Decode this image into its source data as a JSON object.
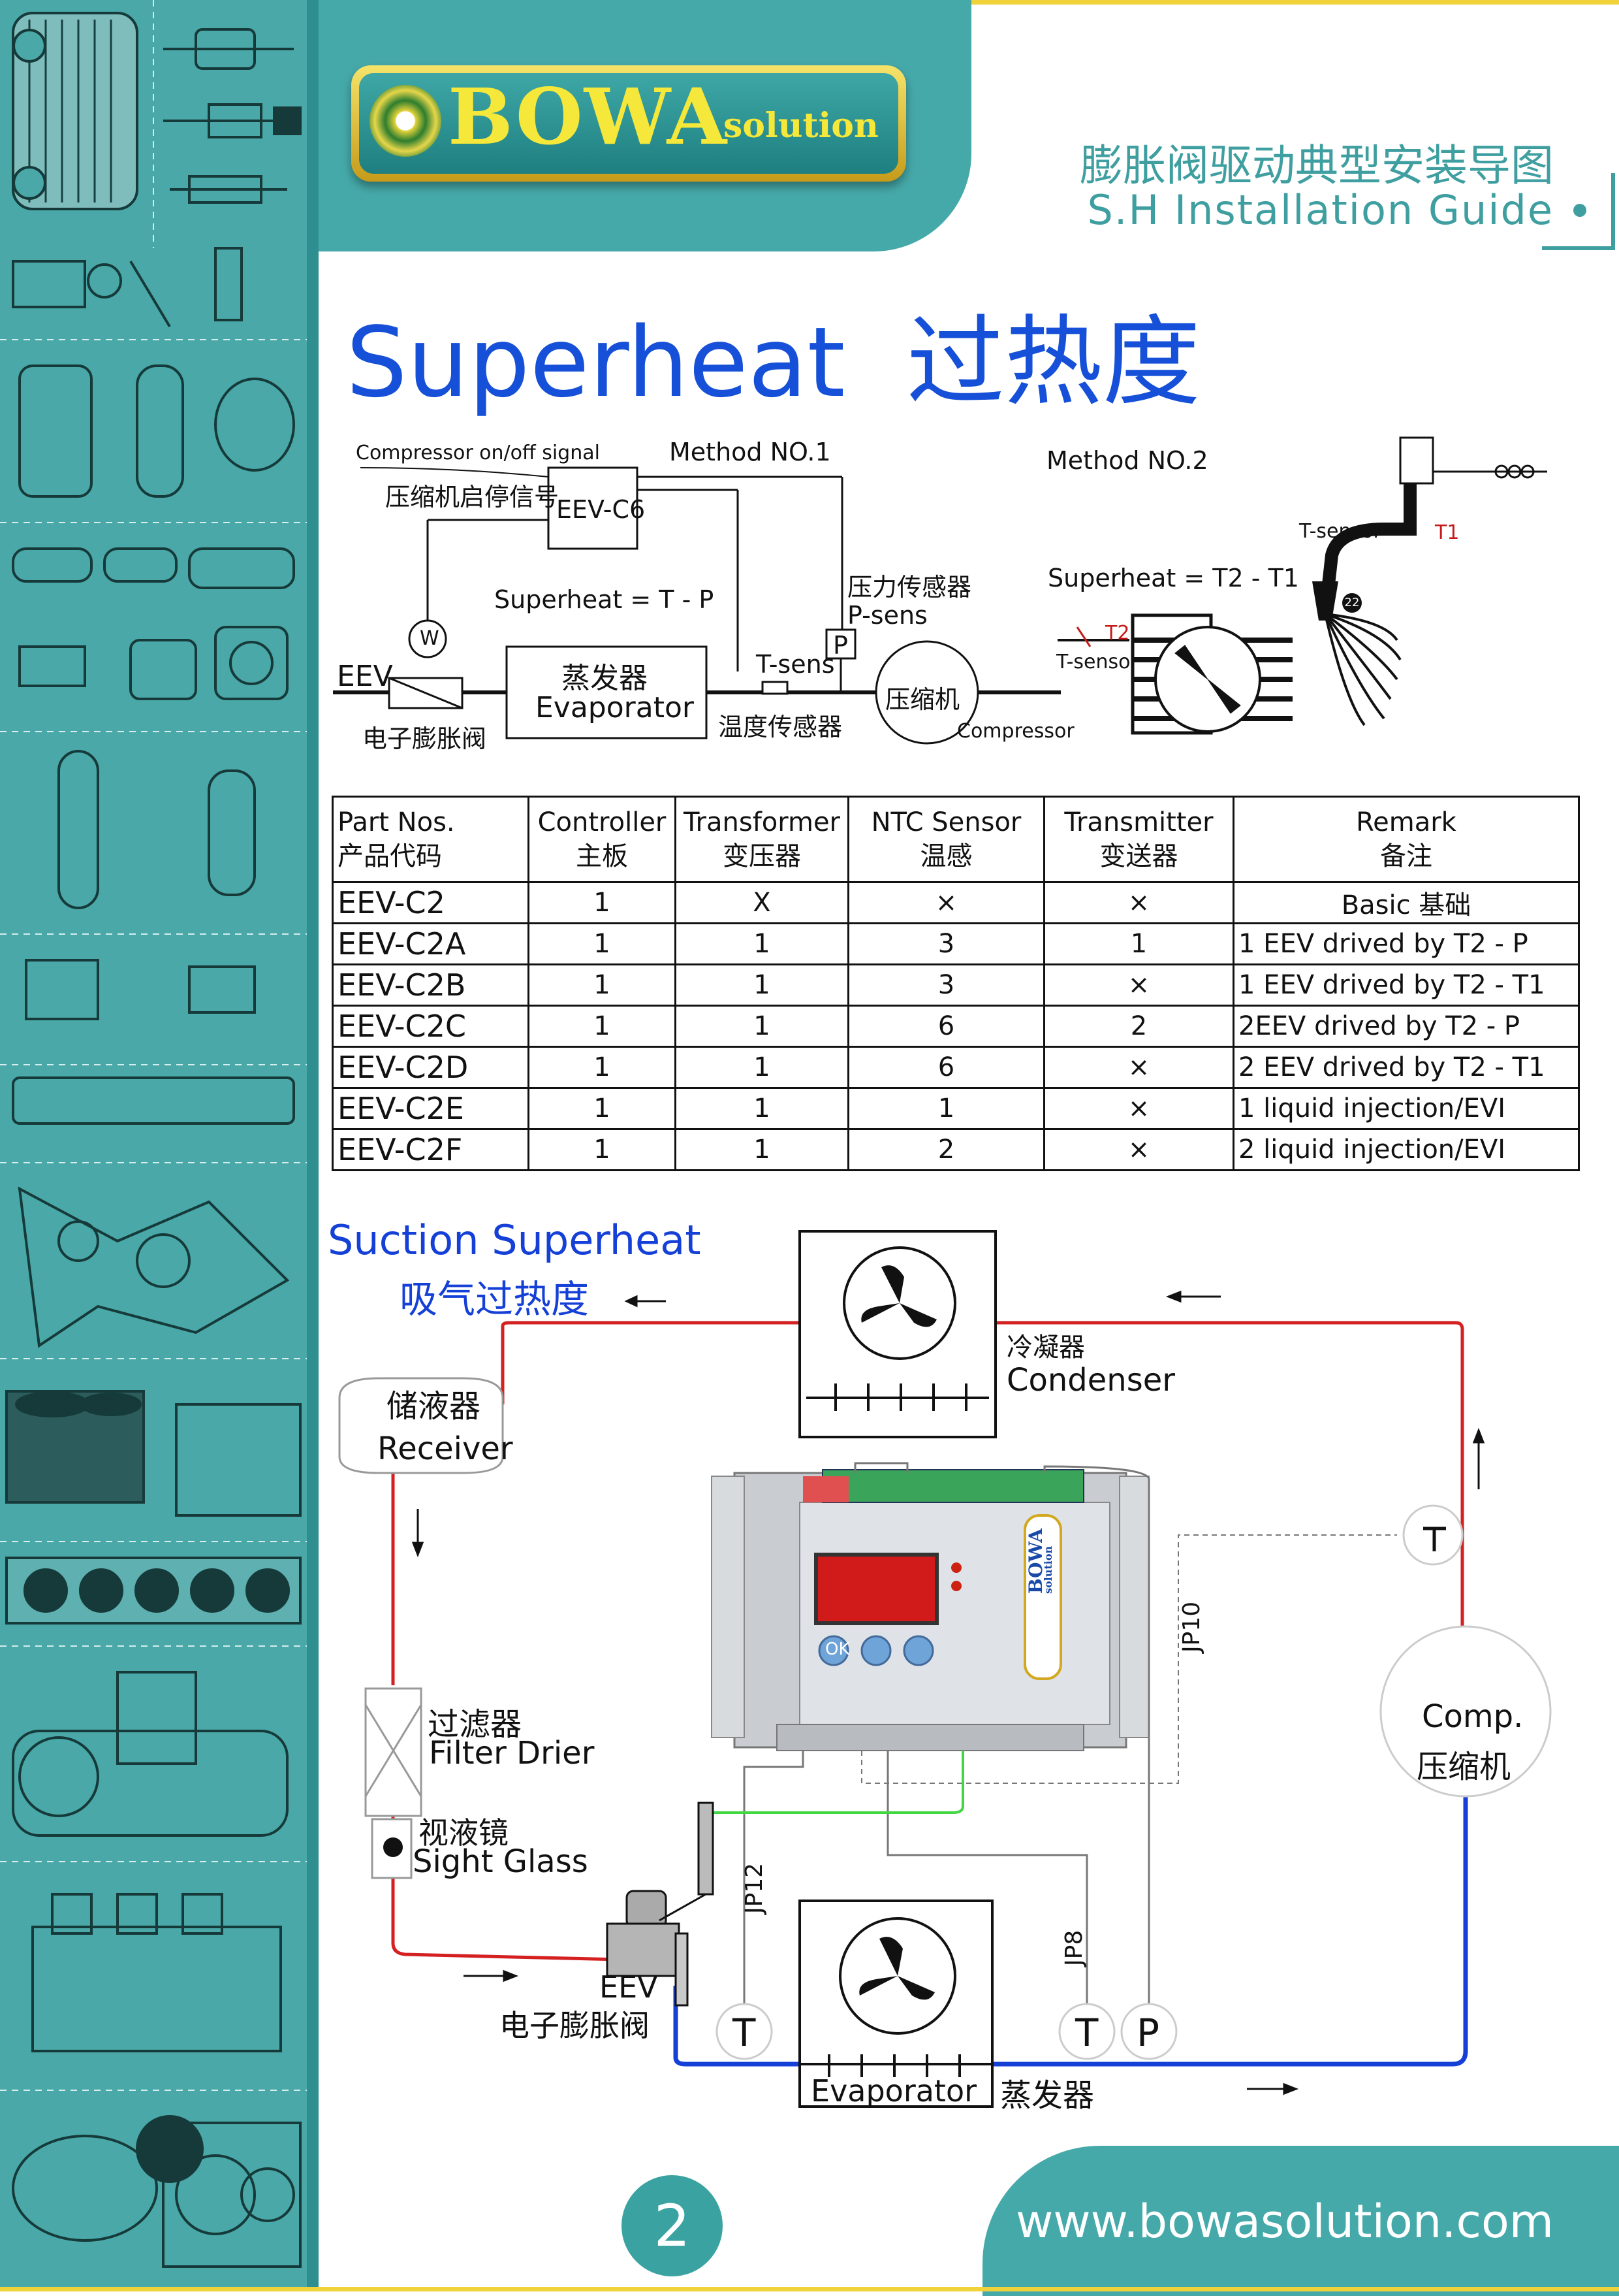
{
  "header": {
    "brand_word": "BOWA",
    "brand_sub": "solution",
    "guide_cn": "膨胀阀驱动典型安装导图",
    "guide_en": "S.H Installation Guide"
  },
  "title": {
    "en": "Superheat",
    "cn": "过热度"
  },
  "method1": {
    "label": "Method NO.1",
    "signal_en": "Compressor on/off signal",
    "signal_cn": "压缩机启停信号",
    "controller": "EEV-C6",
    "formula": "Superheat = T - P",
    "w": "W",
    "eev": "EEV",
    "eev_cn": "电子膨胀阀",
    "evap_cn": "蒸发器",
    "evap_en": "Evaporator",
    "tsens": "T-sens",
    "tsens_cn": "温度传感器",
    "psens_cn": "压力传感器",
    "psens": "P-sens",
    "p": "P",
    "comp_cn": "压缩机",
    "comp_en": "Compressor"
  },
  "method2": {
    "label": "Method NO.2",
    "formula": "Superheat = T2 - T1",
    "t_sensor_top": "T-sensor",
    "t1": "T1",
    "t2": "T2",
    "t_sensor_bottom": "T-sensor",
    "badge": "22"
  },
  "table": {
    "headers": [
      {
        "en": "Part Nos.",
        "cn": "产品代码"
      },
      {
        "en": "Controller",
        "cn": "主板"
      },
      {
        "en": "Transformer",
        "cn": "变压器"
      },
      {
        "en": "NTC Sensor",
        "cn": "温感"
      },
      {
        "en": "Transmitter",
        "cn": "变送器"
      },
      {
        "en": "Remark",
        "cn": "备注"
      }
    ],
    "rows": [
      [
        "EEV-C2",
        "1",
        "X",
        "×",
        "×",
        "Basic 基础"
      ],
      [
        "EEV-C2A",
        "1",
        "1",
        "3",
        "1",
        "1 EEV drived by T2 - P"
      ],
      [
        "EEV-C2B",
        "1",
        "1",
        "3",
        "×",
        "1 EEV drived by T2 - T1"
      ],
      [
        "EEV-C2C",
        "1",
        "1",
        "6",
        "2",
        "2EEV drived by T2 - P"
      ],
      [
        "EEV-C2D",
        "1",
        "1",
        "6",
        "×",
        "2 EEV drived by T2 - T1"
      ],
      [
        "EEV-C2E",
        "1",
        "1",
        "1",
        "×",
        "1 liquid injection/EVI"
      ],
      [
        "EEV-C2F",
        "1",
        "1",
        "2",
        "×",
        "2 liquid injection/EVI"
      ]
    ]
  },
  "suction": {
    "title_en": "Suction Superheat",
    "title_cn": "吸气过热度",
    "condenser_cn": "冷凝器",
    "condenser_en": "Condenser",
    "receiver_cn": "储液器",
    "receiver_en": "Receiver",
    "filter_cn": "过滤器",
    "filter_en": "Filter Drier",
    "sight_cn": "视液镜",
    "sight_en": "Sight Glass",
    "eev": "EEV",
    "eev_cn": "电子膨胀阀",
    "evap_en": "Evaporator",
    "evap_cn": "蒸发器",
    "comp_en": "Comp.",
    "comp_cn": "压缩机",
    "jp10": "JP10",
    "jp12": "JP12",
    "jp8": "JP8",
    "t": "T",
    "p": "P",
    "controller_brand": "BOWA",
    "controller_brand_sub": "solution",
    "ok": "OK"
  },
  "footer": {
    "page": "2",
    "url": "www.bowasolution.com"
  },
  "colors": {
    "teal": "#46a9a9",
    "blue": "#1540d8",
    "red": "#d42020",
    "gold": "#f5e83a"
  }
}
